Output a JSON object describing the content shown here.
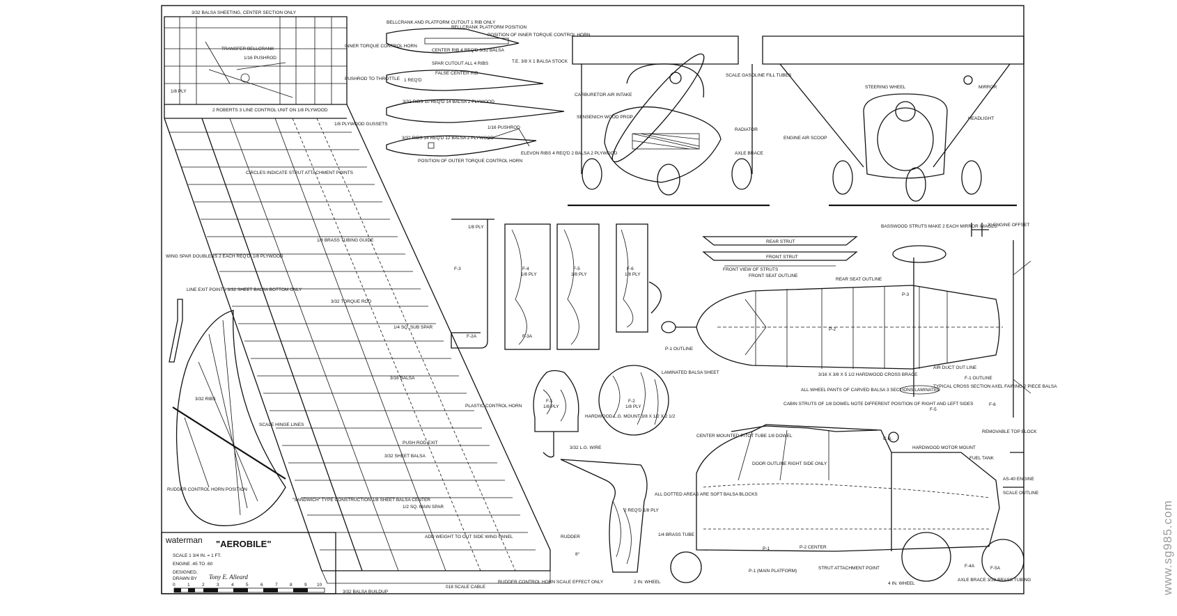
{
  "labels": {
    "balsa_sheeting_center": "3/32 BALSA SHEETING, CENTER SECTION ONLY",
    "transfer_bellcrank": "TRANSFER BELLCRANK",
    "pushrod_116": "1/16 PUSHROD",
    "ply_18": "1/8 PLY",
    "roberts_control": "2 ROBERTS 3 LINE CONTROL UNIT ON 1/8 PLYWOOD",
    "ply_gussets": "1/8 PLYWOOD GUSSETS",
    "circles_strut": "CIRCLES INDICATE STRUT ATTACHMENT POINTS",
    "brass_tubing_guide": "1/8 BRASS TUBING GUIDE",
    "wing_spar_doublers": "WING SPAR DOUBLERS 2 EACH REQ'D. 1/8 PLYWOOD",
    "line_exit_points": "LINE EXIT POINTS 3/32 SHEET BALSA BOTTOM ONLY",
    "torque_rod": "3/32 TORQUE ROD",
    "sub_spar": "1/4 SQ. SUB SPAR",
    "balsa_316": "3/16 BALSA",
    "plastic_horn": "PLASTIC CONTROL HORN",
    "push_rod_exit": "PUSH ROD EXIT",
    "sheet_balsa_332": "3/32 SHEET BALSA",
    "main_spar": "1/2 SQ. MAIN SPAR",
    "sandwich": "\"SANDWICH\" TYPE CONSTRUCTION 1/8 SHEET BALSA CENTER",
    "add_weight": "ADD WEIGHT TO OUT SIDE WING PANEL",
    "rudder": "RUDDER",
    "rudder_angle": "8°",
    "balsa_buildup": "3/32 BALSA BUILDUP",
    "scale_cable": "018 SCALE CABLE",
    "rudder_control_horn": "RUDDER CONTROL HORN SCALE EFFECT ONLY",
    "scale_hinge_lines": "SCALE HINGE LINES",
    "rudder_control_horn_position": "RUDDER CONTROL HORN POSITION",
    "ribs": "3/32 RIBS",
    "bellcrank_platform_cutout": "BELLCRANK AND PLATFORM CUTOUT 1 RIB ONLY",
    "bellcrank_platform_position": "BELLCRANK PLATFORM POSITION",
    "inner_torque_horn": "INNER TORQUE CONTROL HORN",
    "pos_inner_torque": "POSITION OF INNER TORQUE CONTROL HORN",
    "center_rib": "CENTER RIB 4 REQ'D 3/32 BALSA",
    "spar_cutout": "SPAR CUTOUT ALL 4 RIBS",
    "te_stock": "T.E. 3/8 X 1 BALSA STOCK",
    "pushrod_throttle": "PUSHROD TO THROTTLE",
    "false_center_rib": "FALSE CENTER RIB",
    "one_reqd": "1 REQ'D",
    "ribs_10": "3/32 RIBS 10 REQ'D 14 BALSA 2 PLYWOOD",
    "pushrod_116b": "1/16 PUSHROD",
    "ribs_14": "3/32 RIBS 14 REQ'D 12 BALSA 2 PLYWOOD",
    "pos_outer_torque": "POSITION OF OUTER TORQUE CONTROL HORN",
    "elevon_ribs": "ELEVON RIBS 4 REQ'D 2 BALSA 2 PLYWOOD",
    "carburetor": "CARBURETOR AIR INTAKE",
    "sensenich": "SENSENICH WOOD PROP",
    "scale_gasoline": "SCALE GASOLINE FILL TUBES",
    "radiator": "RADIATOR",
    "axle_brace": "AXLE BRACE",
    "steering_wheel": "STEERING WHEEL",
    "mirror": "MIRROR",
    "headlight": "HEADLIGHT",
    "engine_air_scoop": "ENGINE AIR SCOOP",
    "ply_18b": "1/8 PLY",
    "f3": "F-3",
    "f4": "F-4",
    "f4_sub": "1/8 PLY",
    "f5": "F-5",
    "f5_sub": "1/8 PLY",
    "f6": "F-6",
    "f6_sub": "1/8 PLY",
    "f2a": "F-2A",
    "f3a": "F-3A",
    "f1": "F-1",
    "f1_sub": "1/8 PLY",
    "f2": "F-2",
    "f2_sub": "1/8 PLY",
    "hardwood_lg_mount": "HARDWOOD L.G. MOUNT 3/8 X 1/2 X 2 1/2",
    "lg_wire": "3/32 L.G. WIRE",
    "fuse_f": "2 REQ'D 1/8 PLY",
    "basswood_struts": "BASSWOOD STRUTS MAKE 2 EACH MIRROR IMAGES",
    "rear_strut": "REAR STRUT",
    "front_strut": "FRONT STRUT",
    "front_view_struts": "FRONT VIEW OF STRUTS",
    "engine_offset": "3° ENGINE OFFSET",
    "front_seat": "FRONT SEAT OUTLINE",
    "rear_seat": "REAR SEAT OUTLINE",
    "p1_outline": "P-1 OUTLINE",
    "laminated_balsa": "LAMINATED BALSA SHEET",
    "hardwood_cross": "3/16 X 3/8 X 5 1/2 HARDWOOD CROSS BRACE",
    "air_duct": "AIR DUCT OUT LINE",
    "f1_outline": "F-1 OUTLINE",
    "typical_cross": "TYPICAL CROSS SECTION AXEL FAIRING 2 PIECE BALSA",
    "wheel_pants": "ALL WHEEL PANTS OF CARVED BALSA 3 SECTIONS LAMINATED",
    "cabin_struts": "CABIN STRUTS OF 1/8 DOWEL NOTE DIFFERENT POSITION OF RIGHT AND LEFT SIDES",
    "pitot": "CENTER MOUNTED PITOT TUBE 1/8 DOWEL",
    "cg": "C.G.",
    "removable": "REMOVABLE TOP BLOCK",
    "hardwood_motor": "HARDWOOD MOTOR MOUNT",
    "fuel_tank": "FUEL TANK",
    "as_engine": "AS-40 ENGINE",
    "scale_outline": "SCALE OUTLINE",
    "door_outline": "DOOR OUTLINE RIGHT SIDE ONLY",
    "dotted_areas": "ALL DOTTED AREAS ARE SOFT BALSA BLOCKS",
    "brass_tube": "1/4 BRASS TUBE",
    "p2_center": "P-2 CENTER",
    "p1_main": "P-1 (MAIN PLATFORM)",
    "strut_attach": "STRUT ATTACHMENT POINT",
    "two_in_wheel": "2 IN. WHEEL",
    "four_in_wheel": "4 IN. WHEEL",
    "axle_brace_b": "AXLE BRACE 3/32 BRASS TUBING",
    "f4a": "F-4A",
    "f5a": "F-5A",
    "f5b": "F-5",
    "f6b": "F-6",
    "p3": "P-3",
    "p2": "P-2",
    "p1": "P-1"
  },
  "titleblock": {
    "maker": "waterman",
    "name": "\"AEROBILE\"",
    "scale": "SCALE  1 3/4 IN. = 1 FT.",
    "engine": "ENGINE  .45  TO  .60",
    "designed": "DESIGNED,",
    "drawn_by": "DRAWN BY",
    "signature": "Tony E. Alleard",
    "scale_numbers": [
      "0",
      "1",
      "2",
      "3",
      "4",
      "5",
      "6",
      "7",
      "8",
      "9",
      "10"
    ]
  },
  "watermark": "www.sg985.com"
}
